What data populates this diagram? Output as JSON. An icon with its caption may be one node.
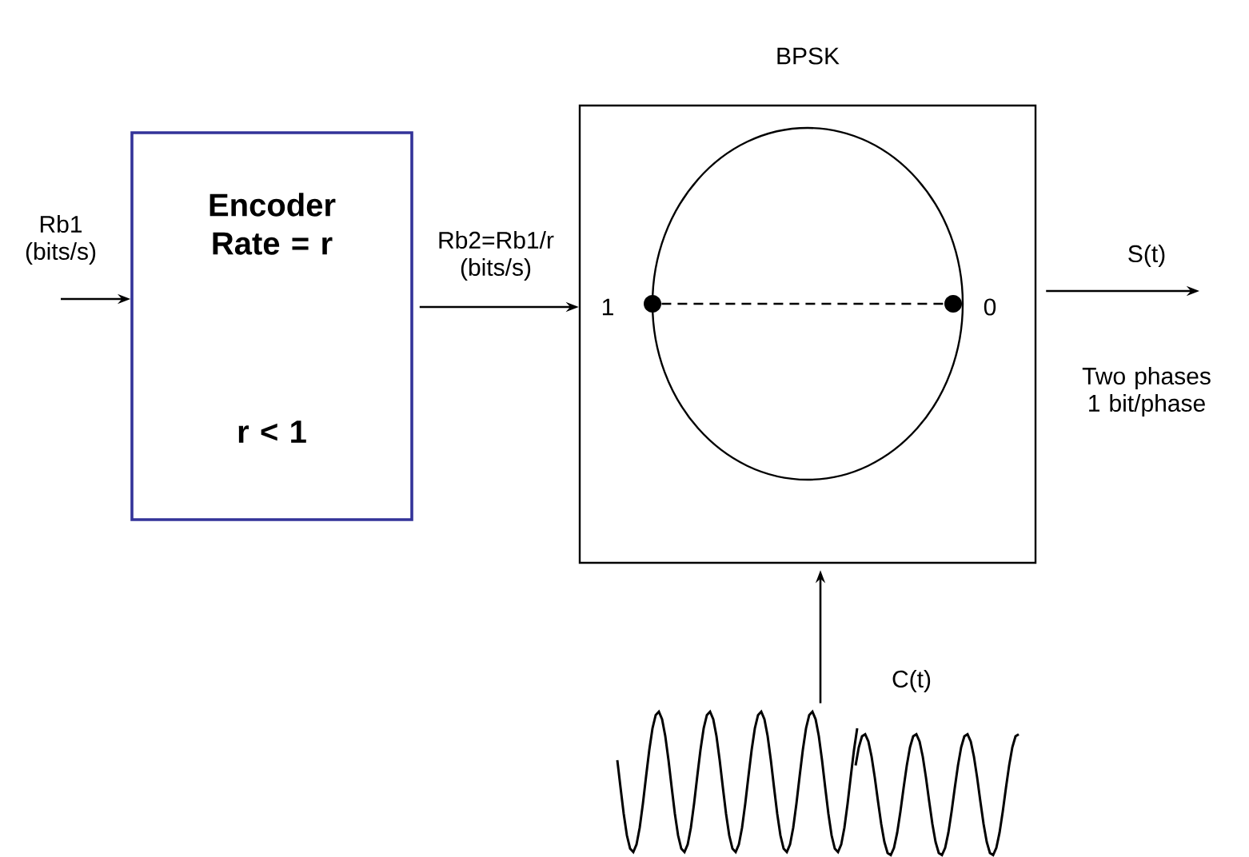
{
  "diagram": {
    "nodes": [
      {
        "text": [
          "Encoder Rate = r",
          "r < 1"
        ]
      },
      {
        "text": [
          "BPSK"
        ]
      },
      {
        "text": [],
        "shape": "circle",
        "beside": [
          "1"
        ],
        "in": 1
      },
      {
        "text": [],
        "shape": "circle",
        "beside": [
          "0"
        ],
        "in": 1
      },
      {
        "text": [],
        "shape": "picture"
      }
    ],
    "edges": [
      {
        "from": null,
        "to": 0,
        "arrow": "to",
        "label": "Rb1 (bits/s)"
      },
      {
        "from": 0,
        "to": 1,
        "arrow": "to",
        "label": "Rb2=Rb1/r (bits/s)"
      },
      {
        "from": 2,
        "to": 3,
        "arrow": "none",
        "style": "dashed"
      },
      {
        "from": 1,
        "to": null,
        "arrow": "to",
        "label": "S(t)"
      },
      {
        "from": 4,
        "to": 1,
        "arrow": "to",
        "label": "C(t)"
      }
    ],
    "labels": [
      "Two phases 1 bit/phase"
    ]
  }
}
